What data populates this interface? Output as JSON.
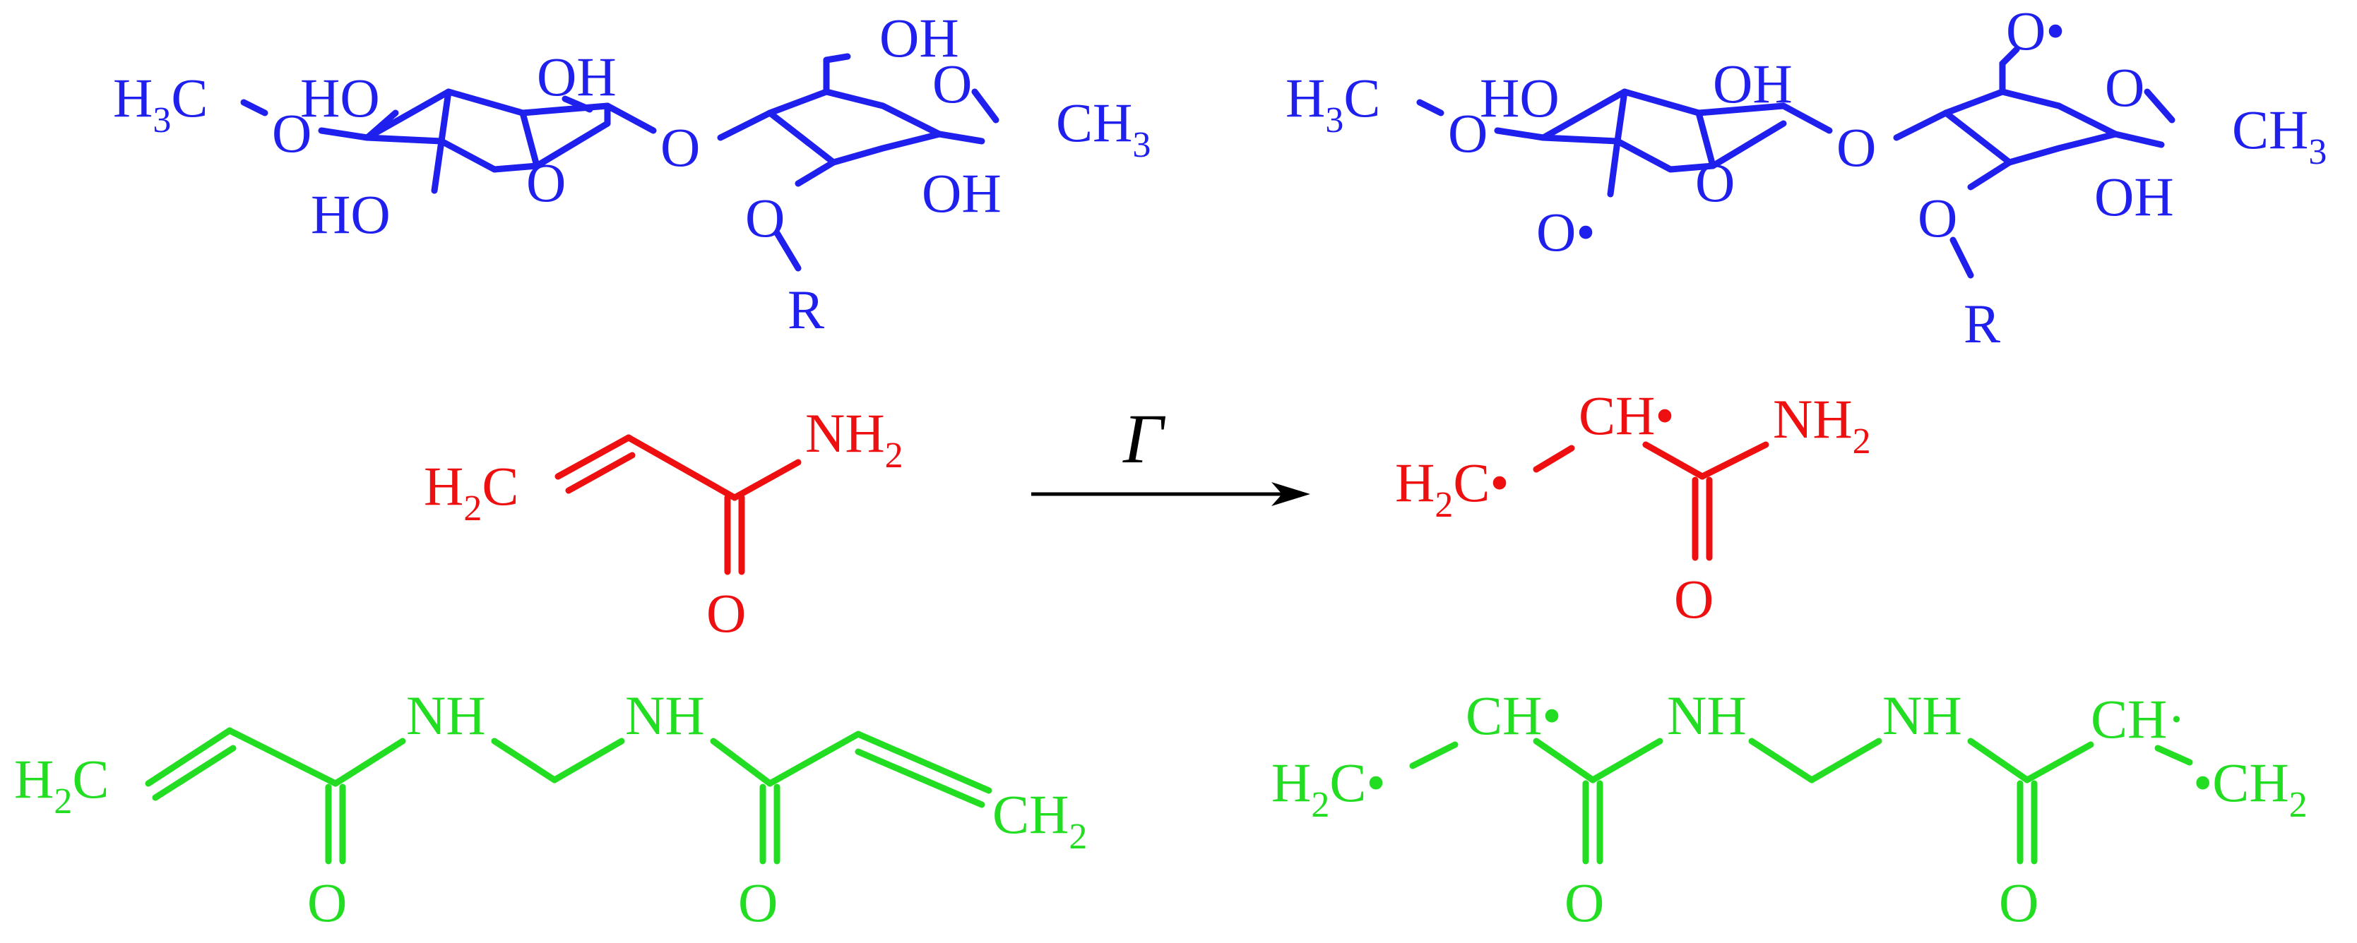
{
  "colors": {
    "polysaccharide": "#2020ee",
    "monomer": "#ee1010",
    "crosslinker": "#22dd22",
    "arrow": "#000000"
  },
  "arrow": {
    "label": "Γ"
  },
  "atoms": {
    "sugar_left": {
      "h3c": "H",
      "h3c_sub": "3",
      "h3c_c": "C",
      "o_ether": "O",
      "oh_top1": "HO",
      "oh_top2": "OH",
      "oh_top3": "OH",
      "oh_left": "HO",
      "ring_o1": "O",
      "bridge_o": "O",
      "ring_o2": "O",
      "oh_right": "OH",
      "o_r": "O",
      "r": "R",
      "ch3": "CH",
      "ch3_sub": "3"
    },
    "sugar_right": {
      "h3c": "H",
      "h3c_sub": "3",
      "h3c_c": "C",
      "o_ether": "O",
      "oh_top1": "HO",
      "oh_top2": "OH",
      "o_radical_top": "O•",
      "o_radical_left": "O•",
      "ring_o1": "O",
      "bridge_o": "O",
      "ring_o2": "O",
      "oh_right": "OH",
      "o_r": "O",
      "r": "R",
      "ch3": "CH",
      "ch3_sub": "3"
    },
    "acrylamide": {
      "h2c": "H",
      "h2c_sub": "2",
      "h2c_c": "C",
      "nh2": "NH",
      "nh2_sub": "2",
      "o": "O"
    },
    "acrylamide_radical": {
      "h2c": "H",
      "h2c_sub": "2",
      "h2c_c": "C•",
      "ch": "CH•",
      "nh2": "NH",
      "nh2_sub": "2",
      "o": "O"
    },
    "mba": {
      "h2c_left": "H",
      "h2c_left_sub": "2",
      "h2c_left_c": "C",
      "nh1": "NH",
      "nh2": "NH",
      "o1": "O",
      "o2": "O",
      "ch2_right": "CH",
      "ch2_right_sub": "2"
    },
    "mba_radical": {
      "h2c_left": "H",
      "h2c_left_sub": "2",
      "h2c_left_c": "C•",
      "ch_left": "CH•",
      "nh1": "NH",
      "nh2": "NH",
      "ch_right": "CH·",
      "ch2_right": "•CH",
      "ch2_right_sub": "2",
      "o1": "O",
      "o2": "O"
    }
  }
}
